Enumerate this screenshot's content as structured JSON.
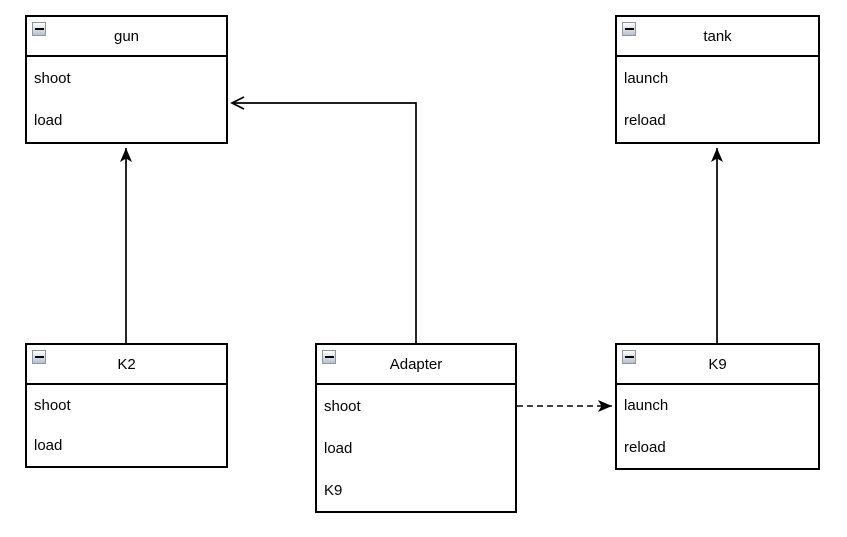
{
  "diagram": {
    "type": "uml-class-diagram",
    "background_color": "#ffffff",
    "nodes": [
      {
        "id": "gun",
        "title": "gun",
        "members": [
          "shoot",
          "load"
        ]
      },
      {
        "id": "tank",
        "title": "tank",
        "members": [
          "launch",
          "reload"
        ]
      },
      {
        "id": "k2",
        "title": "K2",
        "members": [
          "shoot",
          "load"
        ]
      },
      {
        "id": "adapter",
        "title": "Adapter",
        "members": [
          "shoot",
          "load",
          "K9"
        ]
      },
      {
        "id": "k9",
        "title": "K9",
        "members": [
          "launch",
          "reload"
        ]
      }
    ],
    "edges": [
      {
        "from": "K2",
        "to": "gun",
        "line": "solid",
        "arrowhead": "filled-triangle",
        "direction": "up"
      },
      {
        "from": "Adapter",
        "to": "gun",
        "line": "solid",
        "arrowhead": "open",
        "direction": "up-then-left"
      },
      {
        "from": "Adapter",
        "to": "K9",
        "line": "dashed",
        "arrowhead": "filled-triangle",
        "direction": "right"
      },
      {
        "from": "K9",
        "to": "tank",
        "line": "solid",
        "arrowhead": "filled-triangle",
        "direction": "up"
      }
    ],
    "icons": {
      "collapse": "minus-in-square"
    },
    "colors": {
      "node_fill": "#ffffff",
      "node_border": "#000000",
      "edge": "#000000",
      "text": "#000000",
      "collapse_button": "#c9ced6"
    }
  }
}
